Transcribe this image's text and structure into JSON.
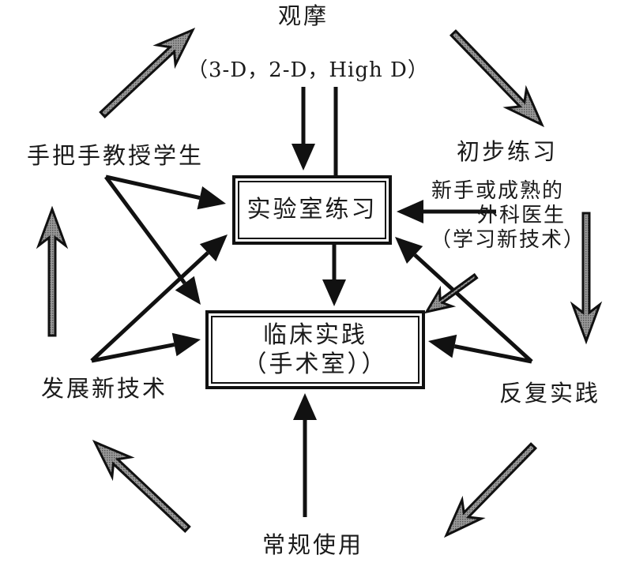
{
  "diagram": {
    "type": "cyclic learning-practice flow diagram",
    "outer_cycle": {
      "direction": "clockwise",
      "nodes": [
        {
          "id": "observe",
          "label": "观摩",
          "sublabel": "（3-D，2-D，High D）"
        },
        {
          "id": "initial_practice",
          "label": "初步练习"
        },
        {
          "id": "repeated_practice",
          "label": "反复实践"
        },
        {
          "id": "routine_use",
          "label": "常规使用"
        },
        {
          "id": "develop_new_tech",
          "label": "发展新技术"
        },
        {
          "id": "hands_on_teaching",
          "label": "手把手教授学生"
        }
      ],
      "arrow_style": "gray-hollow"
    },
    "center_boxes": [
      {
        "id": "lab_practice",
        "label": "实验室练习"
      },
      {
        "id": "clinical_practice",
        "label_line1": "临床实践",
        "label_line2": "（手术室））"
      }
    ],
    "side_note": {
      "id": "surgeon_note",
      "lines": [
        "新手或成熟的",
        "外科医生",
        "（学习新技术）"
      ]
    },
    "edges": [
      {
        "from": "observe",
        "to": "lab_practice",
        "style": "black-arrow"
      },
      {
        "from": "observe",
        "to": "clinical_practice",
        "style": "black-line-through"
      },
      {
        "from": "lab_practice",
        "to": "clinical_practice",
        "style": "black-arrow"
      },
      {
        "from": "surgeon_note",
        "to": "lab_practice",
        "style": "black-arrow"
      },
      {
        "from": "hands_on_teaching",
        "to": "lab_practice",
        "style": "black-arrow"
      },
      {
        "from": "hands_on_teaching",
        "to": "clinical_practice",
        "style": "black-arrow"
      },
      {
        "from": "develop_new_tech",
        "to": "lab_practice",
        "style": "black-arrow"
      },
      {
        "from": "develop_new_tech",
        "to": "clinical_practice",
        "style": "black-arrow"
      },
      {
        "from": "repeated_practice",
        "to": "lab_practice",
        "style": "black-arrow"
      },
      {
        "from": "repeated_practice",
        "to": "clinical_practice",
        "style": "black-arrow"
      },
      {
        "from": "routine_use",
        "to": "clinical_practice",
        "style": "black-arrow"
      },
      {
        "from": "initial_practice",
        "to": "clinical_practice",
        "style": "gray-small-arrow"
      },
      {
        "from": "observe",
        "to": "initial_practice",
        "style": "gray-hollow"
      },
      {
        "from": "initial_practice",
        "to": "repeated_practice",
        "style": "gray-hollow"
      },
      {
        "from": "repeated_practice",
        "to": "routine_use",
        "style": "gray-hollow"
      },
      {
        "from": "routine_use",
        "to": "develop_new_tech",
        "style": "gray-hollow"
      },
      {
        "from": "develop_new_tech",
        "to": "hands_on_teaching",
        "style": "gray-hollow"
      },
      {
        "from": "hands_on_teaching",
        "to": "observe",
        "style": "gray-hollow"
      }
    ]
  },
  "colors": {
    "ink": "#111111",
    "gray_fill": "#8a8a8a",
    "background": "#ffffff"
  }
}
